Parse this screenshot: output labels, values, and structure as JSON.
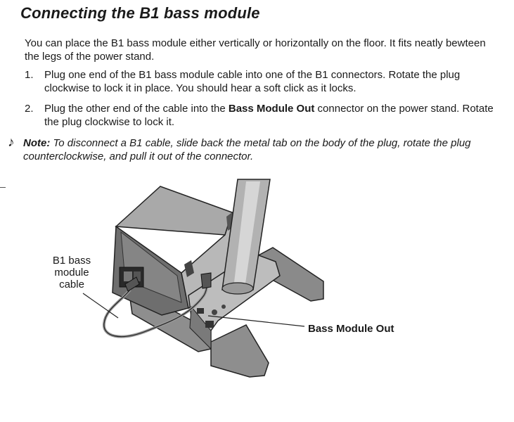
{
  "heading": "Connecting the B1 bass module",
  "intro": "You can place the B1 bass module either vertically or horizontally on the floor. It fits neatly bewteen the legs of the power stand.",
  "steps": [
    {
      "number": "1.",
      "text": "Plug one end of the B1 bass module cable into one of the B1 connectors. Rotate the plug clockwise to lock it in place. You should hear a soft click as it locks."
    },
    {
      "number": "2.",
      "text_before": "Plug the other end of the cable into the ",
      "bold": "Bass Module Out",
      "text_after": " connector on the power stand. Rotate the plug clockwise to lock it."
    }
  ],
  "note": {
    "icon": "music-note-icon",
    "label": "Note:",
    "text": " To disconnect a B1 cable, slide back the metal tab on the body of the plug, rotate the plug counterclockwise, and pull it out of the connector."
  },
  "figure": {
    "callout_cable": [
      "B1 bass",
      "module",
      "cable"
    ],
    "callout_port": "Bass Module Out"
  }
}
